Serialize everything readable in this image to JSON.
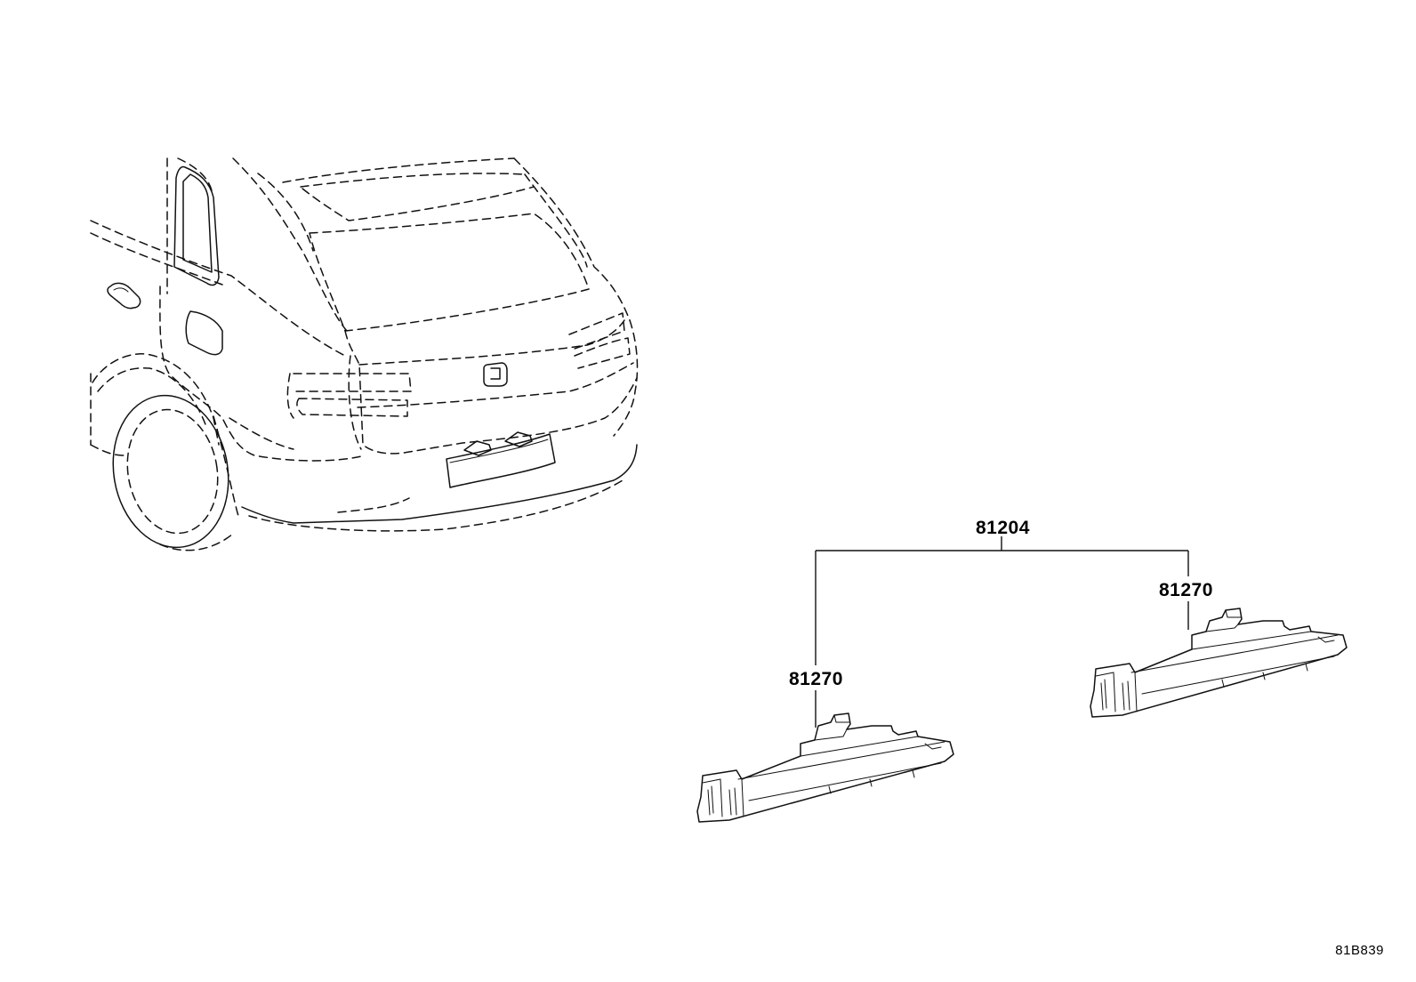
{
  "diagram": {
    "callouts": {
      "assembly_part": "81204",
      "lamp_right": "81270",
      "lamp_left": "81270"
    },
    "figure_code": "81B839"
  }
}
